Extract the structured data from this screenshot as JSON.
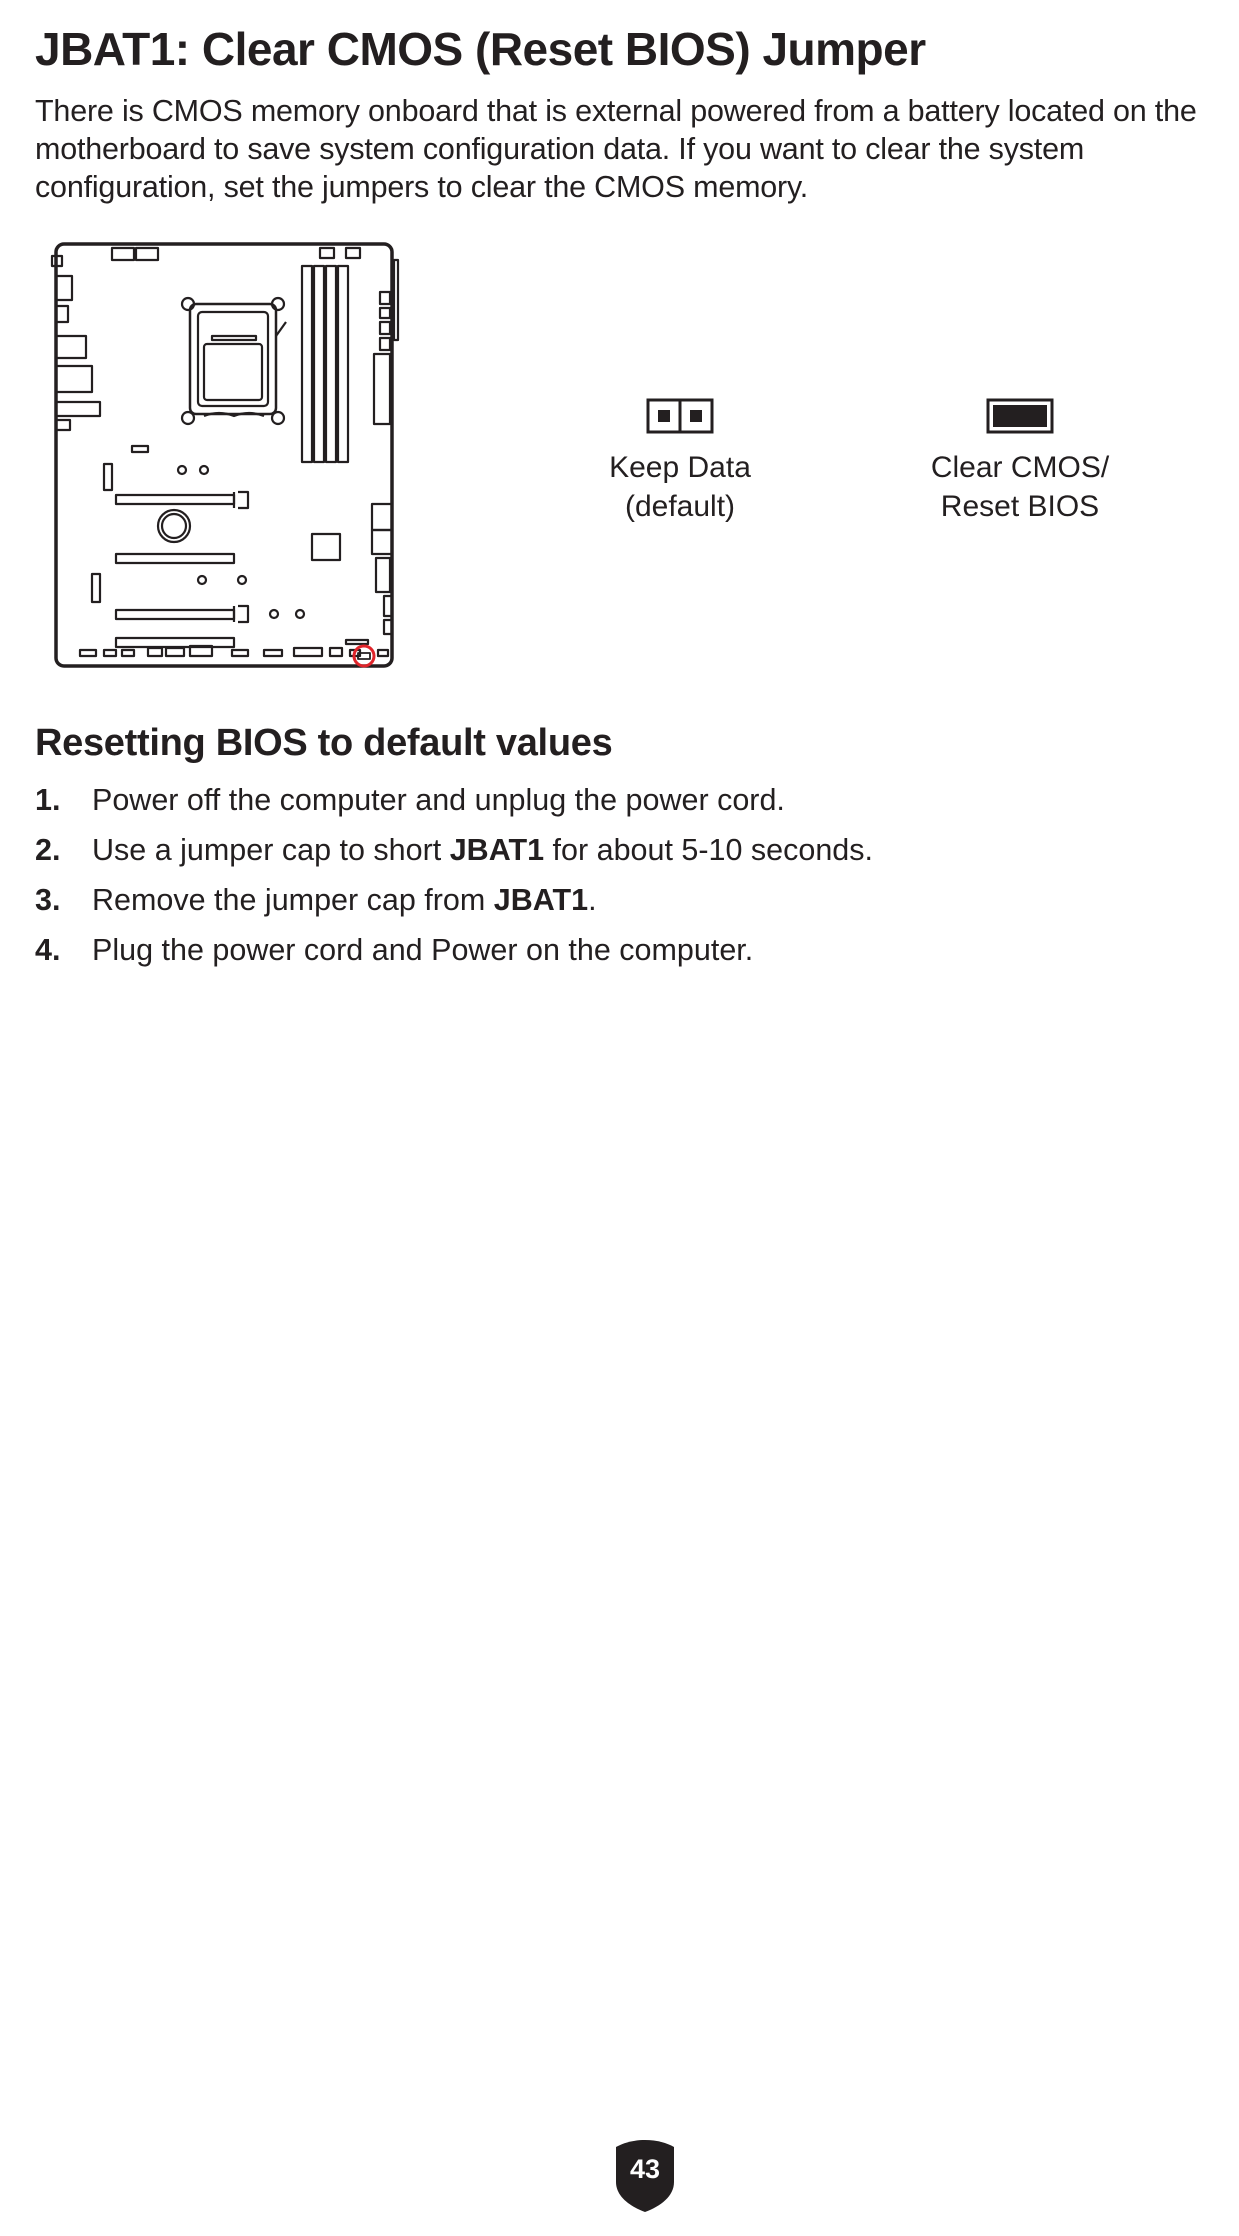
{
  "title": "JBAT1: Clear CMOS (Reset BIOS) Jumper",
  "intro": "There is CMOS memory onboard that is external powered from a battery located on the motherboard to save system configuration data. If you want to clear the system configuration, set the jumpers to clear the CMOS memory.",
  "jumpers": [
    {
      "label": "Keep Data\n(default)",
      "state": "open"
    },
    {
      "label": "Clear CMOS/\nReset BIOS",
      "state": "shorted"
    }
  ],
  "highlight_color": "#e0252b",
  "section_title": "Resetting BIOS to default values",
  "steps": [
    {
      "number": "1.",
      "parts": [
        "Power off the computer and unplug the power cord."
      ]
    },
    {
      "number": "2.",
      "parts": [
        "Use a jumper cap to short ",
        "JBAT1",
        " for about 5-10 seconds."
      ]
    },
    {
      "number": "3.",
      "parts": [
        "Remove the jumper cap from ",
        "JBAT1",
        "."
      ]
    },
    {
      "number": "4.",
      "parts": [
        "Plug the power cord and Power on the computer."
      ]
    }
  ],
  "page_number": "43"
}
